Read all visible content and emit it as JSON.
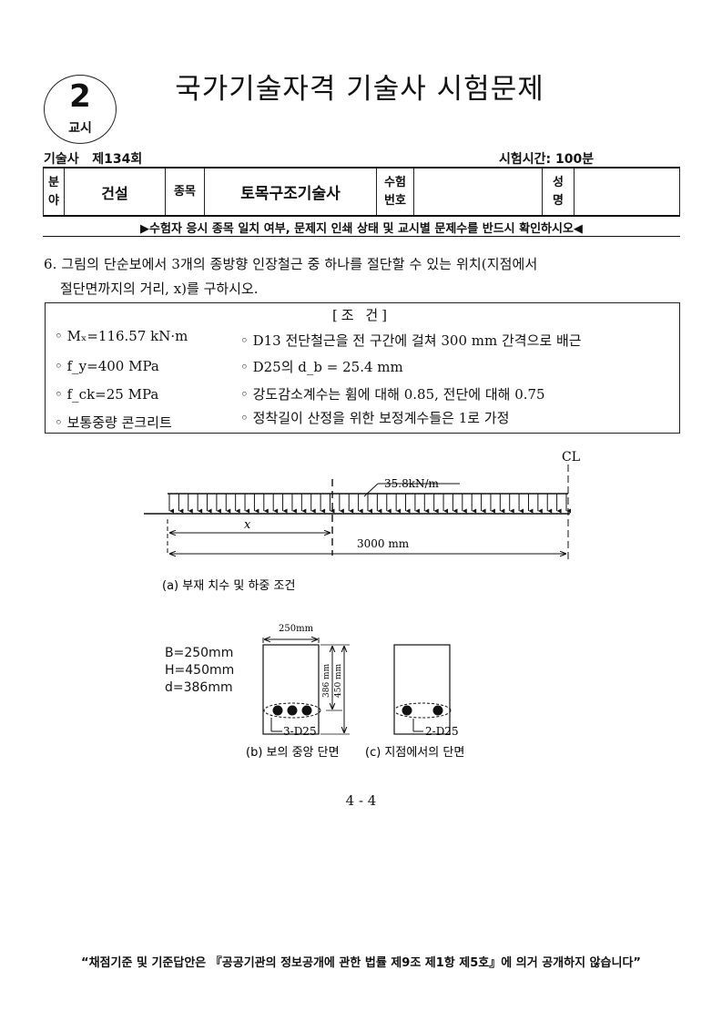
{
  "header": {
    "period_number": "2",
    "period_label": "교시",
    "title": "국가기술자격 기술사 시험문제",
    "exam_round": "기술사   제134회",
    "exam_time": "시험시간: 100분"
  },
  "info_table": {
    "field_label_1": "분",
    "field_label_2": "야",
    "field_value": "건설",
    "category_label": "종목",
    "category_value": "토목구조기술사",
    "exam_no_label_1": "수험",
    "exam_no_label_2": "번호",
    "exam_no_value": "",
    "name_label_1": "성",
    "name_label_2": "명",
    "name_value": ""
  },
  "notice": "▶수험자 응시 종목 일치 여부, 문제지 인쇄 상태 및 교시별 문제수를 반드시 확인하시오◀",
  "question": {
    "line1": "6. 그림의 단순보에서 3개의 종방향 인장철근 중 하나를 절단할 수 있는 위치(지점에서",
    "line2": "절단면까지의 거리, x)를 구하시오."
  },
  "conditions": {
    "title": "[조   건]",
    "left": {
      "mx": "◦ Mₓ=116.57 kN·m",
      "fy": "◦ f_y=400 MPa",
      "fck": "◦ f_ck=25 MPa",
      "concrete": "◦ 보통중량 콘크리트"
    },
    "right": {
      "stirrup": "◦ D13 전단철근을 전 구간에 걸쳐 300 mm 간격으로 배근",
      "db": "◦ D25의  d_b = 25.4 mm",
      "phi": "◦ 강도감소계수는 휨에 대해 0.85, 전단에 대해 0.75",
      "dev": "◦ 정착길이 산정을 위한 보정계수들은 1로 가정"
    }
  },
  "figure_a": {
    "centerline_label": "CL",
    "load_label": "35.8kN/m",
    "x_label": "x",
    "span_label": "3000 mm",
    "caption": "(a) 부재 치수 및 하중 조건"
  },
  "figure_b": {
    "dims_B": "B=250mm",
    "dims_H": "H=450mm",
    "dims_d": "d=386mm",
    "width_label": "250mm",
    "depth_label": "386 mm",
    "height_label": "450 mm",
    "bars_mid": "3-D25",
    "bars_support": "2-D25",
    "caption_b": "(b) 보의 중앙 단면",
    "caption_c": "(c) 지점에서의 단면"
  },
  "page_number": "4 - 4",
  "footer": "“채점기준 및 기준답안은 『공공기관의 정보공개에 관한 법률 제9조 제1항 제5호』에 의거 공개하지 않습니다”"
}
